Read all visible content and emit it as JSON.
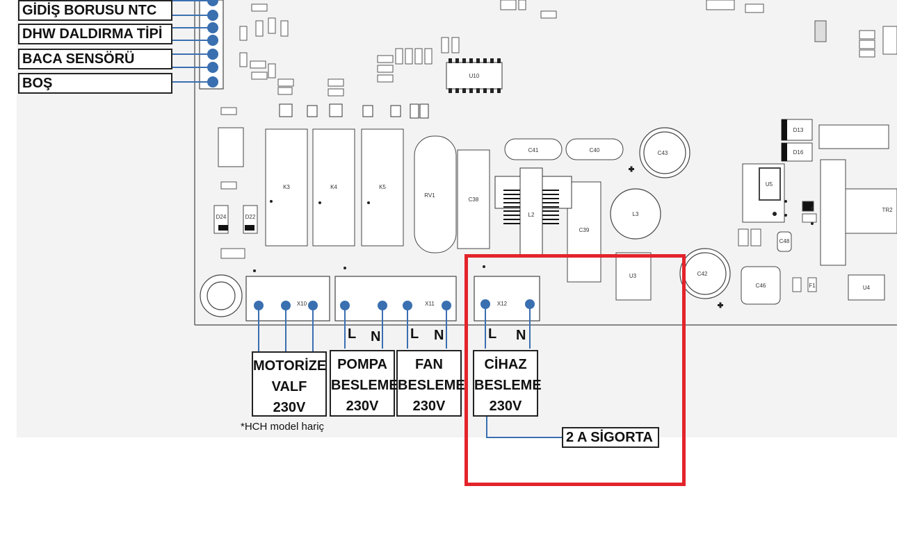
{
  "left_labels": [
    "GİDİŞ BORUSU NTC",
    "DHW DALDIRMA TİPİ",
    "BACA SENSÖRÜ",
    "BOŞ"
  ],
  "bottom_boxes": [
    {
      "lines": [
        "MOTORİZE",
        "VALF",
        "230V"
      ]
    },
    {
      "lines": [
        "POMPA",
        "BESLEME",
        "230V"
      ]
    },
    {
      "lines": [
        "FAN",
        "BESLEME",
        "230V"
      ]
    },
    {
      "lines": [
        "CİHAZ",
        "BESLEME",
        "230V"
      ]
    }
  ],
  "terminal_letters": {
    "line": "L",
    "neutral": "N"
  },
  "connector_labels": [
    "X10",
    "X11",
    "X12"
  ],
  "note": "*HCH model hariç",
  "fuse": "2 A SİGORTA",
  "components": {
    "c41": "C41",
    "c40": "C40",
    "c43": "C43",
    "c42": "C42",
    "c46": "C46",
    "c39": "C39",
    "c38": "C38",
    "c48": "C48",
    "k3": "K3",
    "k4": "K4",
    "k5": "K5",
    "l2": "L2",
    "l3": "L3",
    "u10": "U10",
    "u5": "U5",
    "u3": "U3",
    "u4": "U4",
    "rv1": "RV1",
    "tr2": "TR2",
    "d24": "D24",
    "d22": "D22",
    "d16": "D16",
    "d13": "D13",
    "f1": "F1"
  },
  "colors": {
    "wire": "#3a6fb0",
    "highlight": "#e3242b",
    "board_line": "#444444"
  }
}
